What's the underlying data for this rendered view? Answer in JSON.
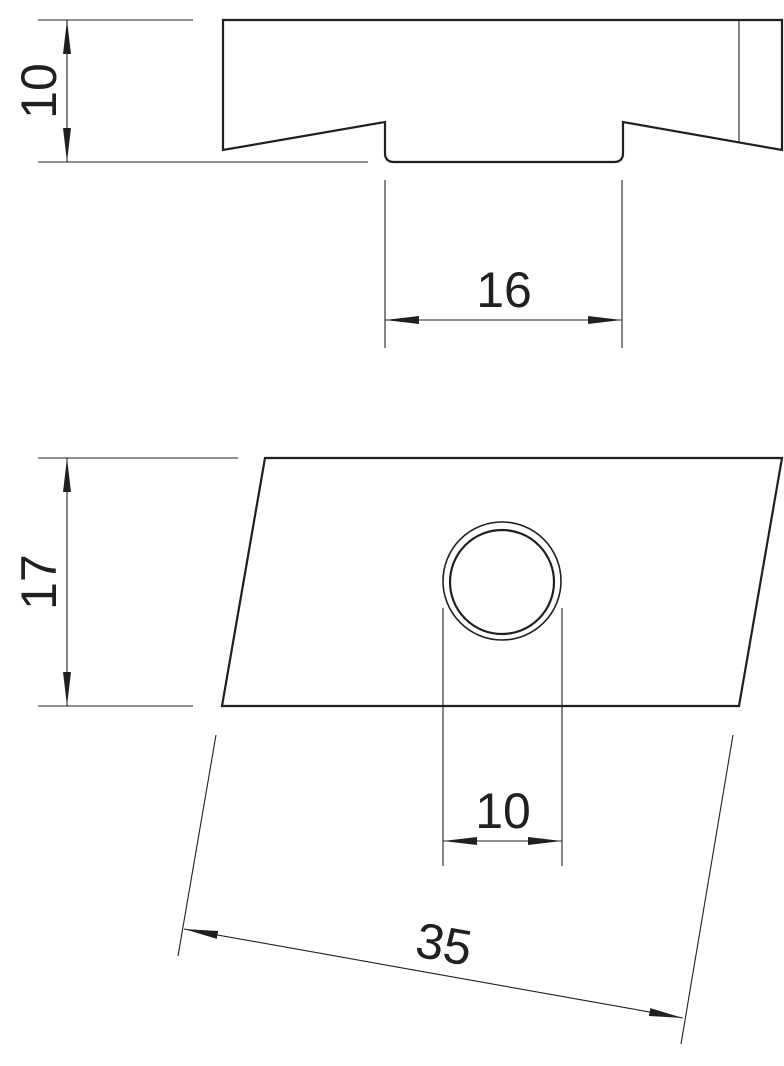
{
  "dimensions": {
    "height_side": "10",
    "slot_width": "16",
    "height_top": "17",
    "hole_diameter": "10",
    "length": "35"
  },
  "colors": {
    "line": "#231f20",
    "background": "#ffffff"
  }
}
